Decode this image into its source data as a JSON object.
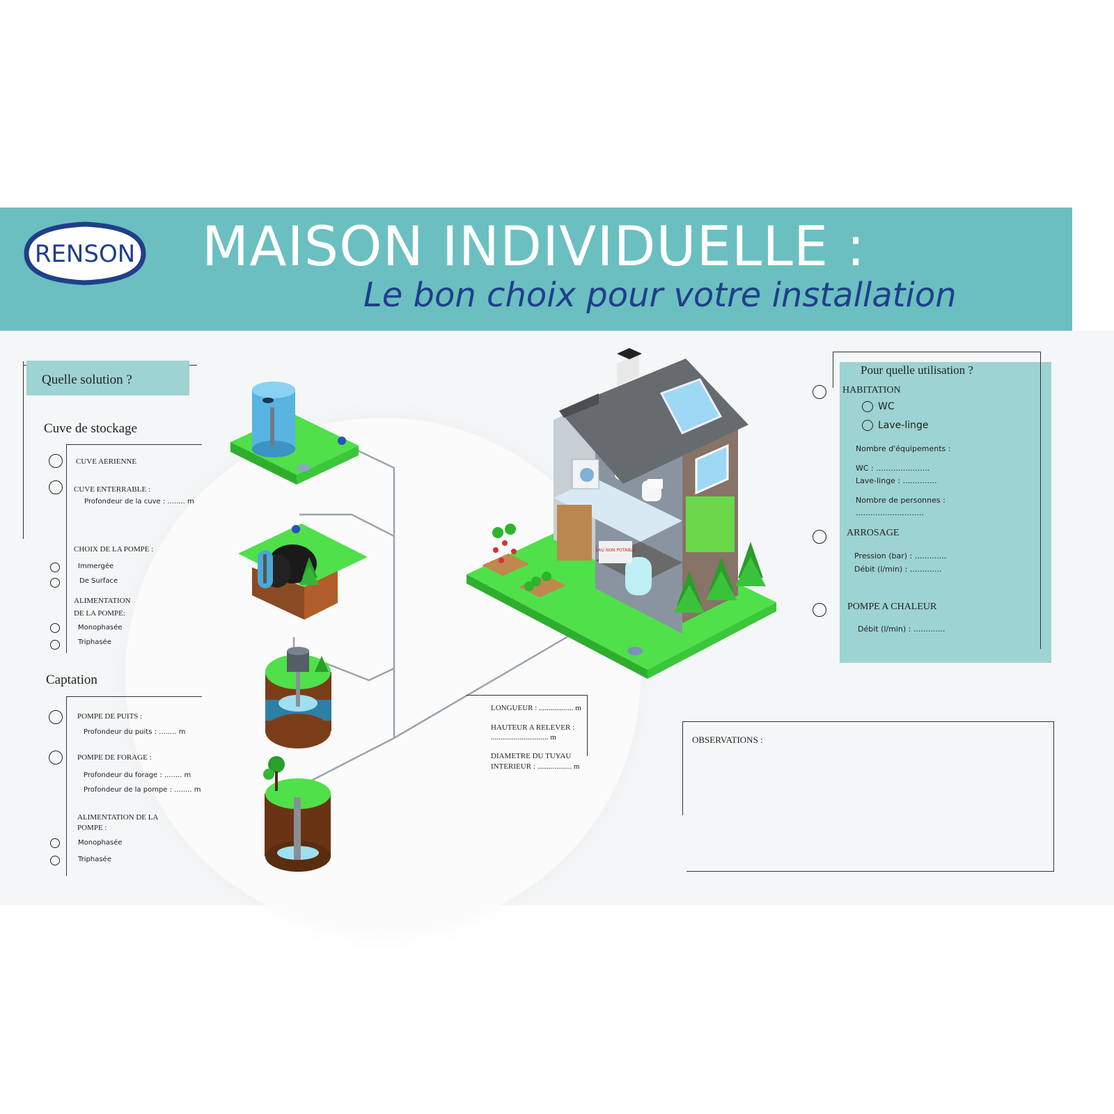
{
  "brand": {
    "name": "RENSON",
    "colors": {
      "banner": "#6bbfc0",
      "navy": "#1f3f8a",
      "teal_light": "#9dd3d2",
      "grass": "#4fe04a"
    }
  },
  "header": {
    "title": "MAISON INDIVIDUELLE :",
    "subtitle": "Le bon choix pour votre installation"
  },
  "left": {
    "heading": "Quelle solution ?",
    "storage": {
      "title": "Cuve de stockage",
      "aerienne": "CUVE AERIENNE",
      "enterrable": "CUVE ENTERRABLE :",
      "profondeur_cuve": "Profondeur de la cuve : ........  m",
      "choix_pompe": "CHOIX DE LA POMPE :",
      "immergee": "Immergée",
      "surface": "De Surface",
      "alim_1": "ALIMENTATION",
      "alim_2": "DE LA POMPE:",
      "mono": "Monophasée",
      "tri": "Triphasée"
    },
    "captation": {
      "title": "Captation",
      "puits": "POMPE DE PUITS :",
      "profondeur_puits": "Profondeur du puits : ........ m",
      "forage": "POMPE DE FORAGE :",
      "profondeur_forage": "Profondeur du forage : ........  m",
      "profondeur_pompe": "Profondeur de la pompe : ........ m",
      "alim_1": "ALIMENTATION DE LA",
      "alim_2": "POMPE :",
      "mono": "Monophasée",
      "tri": "Triphasée"
    }
  },
  "middle": {
    "longueur": "LONGUEUR : .................. m",
    "hauteur": "HAUTEUR A RELEVER :",
    "hauteur_val": ".............................. m",
    "diametre_1": "DIAMETRE DU TUYAU",
    "diametre_2": "INTERIEUR : .................. m",
    "house_sign": "EAU NON POTABLE"
  },
  "right": {
    "heading": "Pour quelle utilisation ?",
    "habitation": "HABITATION",
    "wc": "WC",
    "lave_linge": "Lave-linge",
    "nb_equip": "Nombre d'équipements :",
    "wc_line": "WC : ......................",
    "lave_line": "Lave-linge : ..............",
    "nb_personnes": "Nombre de personnes :",
    "nb_personnes_line": "............................",
    "arrosage": "ARROSAGE",
    "pression": "Pression (bar) : .............",
    "debit": "Débit (l/min) :  .............",
    "pac": "POMPE A CHALEUR",
    "debit_pac": "Débit (l/min) : ............."
  },
  "observations": {
    "label": "OBSERVATIONS :"
  }
}
